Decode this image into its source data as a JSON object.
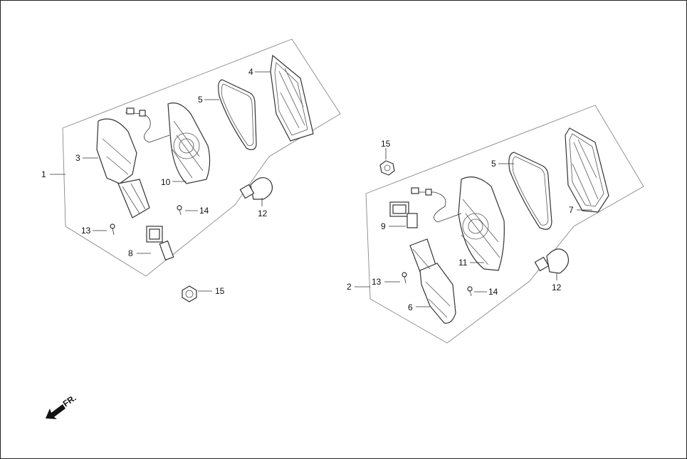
{
  "direction_label": "FR.",
  "callouts_left": {
    "c1": "1",
    "c3": "3",
    "c4": "4",
    "c5": "5",
    "c10": "10",
    "c12": "12",
    "c13": "13",
    "c14": "14",
    "c8": "8",
    "c15": "15"
  },
  "callouts_right": {
    "c15": "15",
    "c5": "5",
    "c9": "9",
    "c7": "7",
    "c11": "11",
    "c2": "2",
    "c13": "13",
    "c14": "14",
    "c12": "12",
    "c6": "6"
  }
}
